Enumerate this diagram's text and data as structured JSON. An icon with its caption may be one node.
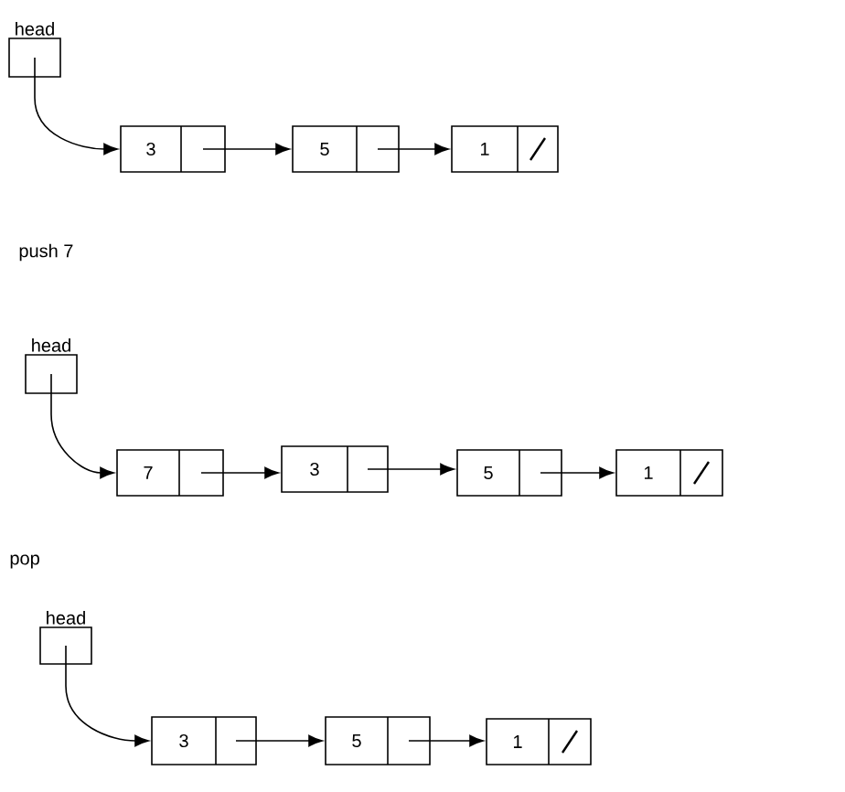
{
  "diagram": {
    "nodes": [
      {
        "text": [
          "head"
        ]
      },
      {
        "text": [
          "3"
        ]
      },
      {
        "text": [
          "5"
        ]
      },
      {
        "text": [
          "1"
        ]
      },
      {
        "text": [
          "head"
        ]
      },
      {
        "text": [
          "7"
        ]
      },
      {
        "text": [
          "3"
        ]
      },
      {
        "text": [
          "5"
        ]
      },
      {
        "text": [
          "1"
        ]
      },
      {
        "text": [
          "head"
        ]
      },
      {
        "text": [
          "3"
        ]
      },
      {
        "text": [
          "5"
        ]
      },
      {
        "text": [
          "1"
        ]
      }
    ],
    "edges": [
      {
        "from": 0,
        "to": 1,
        "arrow": "to"
      },
      {
        "from": 1,
        "to": 2,
        "arrow": "to"
      },
      {
        "from": 2,
        "to": 3,
        "arrow": "to"
      },
      {
        "from": 4,
        "to": 5,
        "arrow": "to"
      },
      {
        "from": 5,
        "to": 6,
        "arrow": "to"
      },
      {
        "from": 6,
        "to": 7,
        "arrow": "to"
      },
      {
        "from": 7,
        "to": 8,
        "arrow": "to"
      },
      {
        "from": 9,
        "to": 10,
        "arrow": "to"
      },
      {
        "from": 10,
        "to": 11,
        "arrow": "to"
      },
      {
        "from": 11,
        "to": 12,
        "arrow": "to"
      }
    ],
    "labels": [
      "push 7",
      "pop"
    ]
  }
}
